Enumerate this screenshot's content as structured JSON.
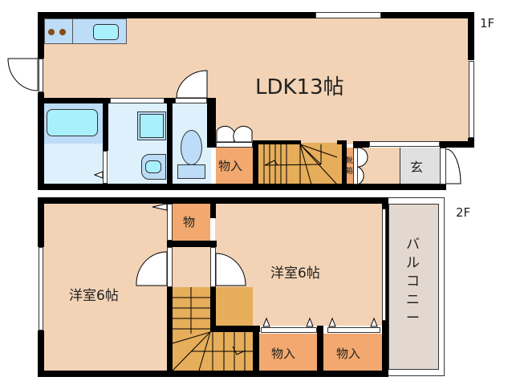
{
  "floors": {
    "first": {
      "label": "1F",
      "rooms": {
        "ldk": "LDK13帖",
        "storage": "物入",
        "shoe_box": [
          "靴",
          "箱"
        ],
        "entrance": "玄"
      }
    },
    "second": {
      "label": "2F",
      "rooms": {
        "western_room_left": "洋室6帖",
        "western_room_right": "洋室6帖",
        "storage_small": "物",
        "storage_a": "物入",
        "storage_b": "物入",
        "balcony": [
          "バ",
          "ル",
          "コ",
          "ニ",
          "ー"
        ]
      }
    }
  },
  "colors": {
    "floor_room": "#f2d3b6",
    "wet_area": "#ddf0fc",
    "fixture": "#a8f0fc",
    "storage": "#f2a86e",
    "stairs": "#e6ad5a",
    "entrance": "#e0e0e0",
    "balcony": "#e3d8cf",
    "wall": "#000000"
  }
}
